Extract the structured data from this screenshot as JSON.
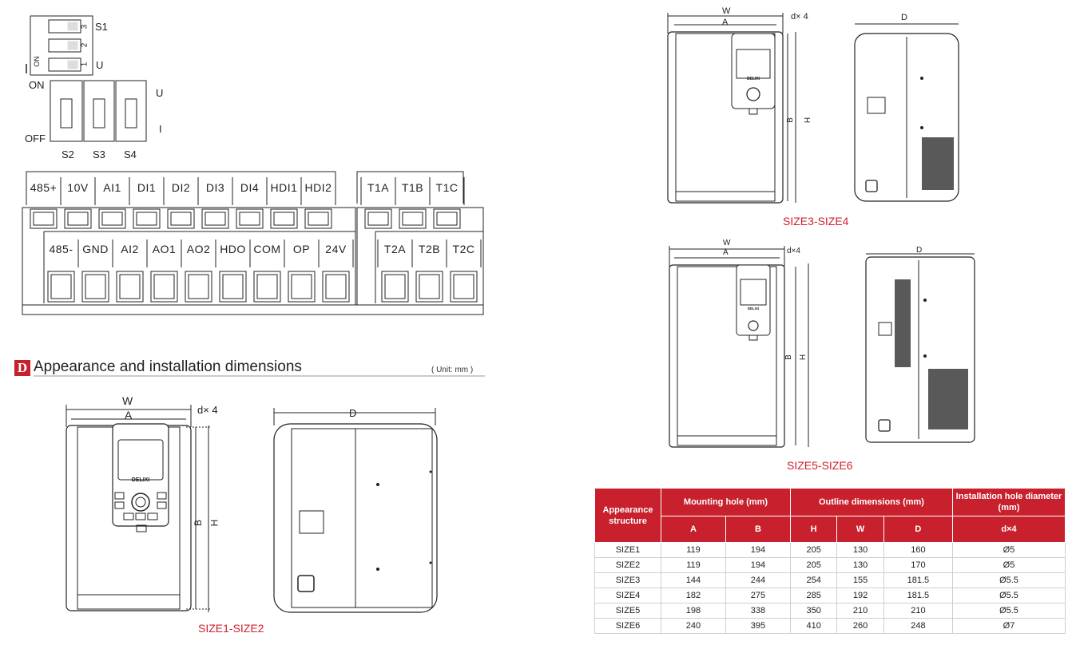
{
  "dip": {
    "top_switches": {
      "group": "S1",
      "nums": [
        "3",
        "2",
        "1"
      ],
      "on_label": "ON",
      "u_label": "U",
      "i_label": "I"
    },
    "bottom_switches": {
      "on_label": "ON",
      "off_label": "OFF",
      "u_label": "U",
      "i_label": "I",
      "names": [
        "S2",
        "S3",
        "S4"
      ]
    }
  },
  "terminals": {
    "top_row": [
      "485+",
      "10V",
      "AI1",
      "DI1",
      "DI2",
      "DI3",
      "DI4",
      "HDI1",
      "HDI2"
    ],
    "bottom_row": [
      "485-",
      "GND",
      "AI2",
      "AO1",
      "AO2",
      "HDO",
      "COM",
      "OP",
      "24V"
    ],
    "relay_top": [
      "T1A",
      "T1B",
      "T1C"
    ],
    "relay_bottom": [
      "T2A",
      "T2B",
      "T2C"
    ]
  },
  "section": {
    "letter": "D",
    "title": "Appearance and installation dimensions",
    "unit": "( Unit: mm )"
  },
  "drawings": {
    "size12": {
      "caption": "SIZE1-SIZE2",
      "brand": "DELIXI",
      "W": "W",
      "A": "A",
      "d": "d× 4",
      "B": "B",
      "H": "H",
      "D": "D"
    },
    "size34": {
      "caption": "SIZE3-SIZE4",
      "brand": "DELIXI",
      "W": "W",
      "A": "A",
      "d": "d× 4",
      "B": "B",
      "H": "H",
      "D": "D"
    },
    "size56": {
      "caption": "SIZE5-SIZE6",
      "brand": "DELIXI",
      "W": "W",
      "A": "A",
      "d": "d×4",
      "B": "B",
      "H": "H",
      "D": "D"
    }
  },
  "table": {
    "h_structure": "Appearance structure",
    "h_mounting": "Mounting hole (mm)",
    "h_outline": "Outline dimensions (mm)",
    "h_install": "Installation hole diameter (mm)",
    "sub": [
      "A",
      "B",
      "H",
      "W",
      "D",
      "d×4"
    ],
    "rows": [
      [
        "SIZE1",
        "119",
        "194",
        "205",
        "130",
        "160",
        "Ø5"
      ],
      [
        "SIZE2",
        "119",
        "194",
        "205",
        "130",
        "170",
        "Ø5"
      ],
      [
        "SIZE3",
        "144",
        "244",
        "254",
        "155",
        "181.5",
        "Ø5.5"
      ],
      [
        "SIZE4",
        "182",
        "275",
        "285",
        "192",
        "181.5",
        "Ø5.5"
      ],
      [
        "SIZE5",
        "198",
        "338",
        "350",
        "210",
        "210",
        "Ø5.5"
      ],
      [
        "SIZE6",
        "240",
        "395",
        "410",
        "260",
        "248",
        "Ø7"
      ]
    ]
  },
  "colors": {
    "accent": "#c8202d",
    "line": "#222222"
  }
}
